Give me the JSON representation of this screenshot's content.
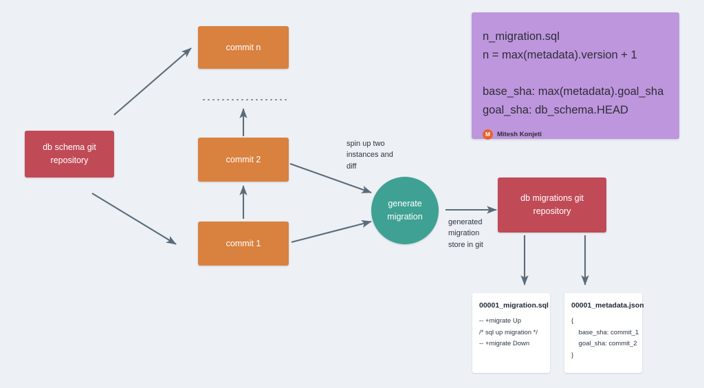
{
  "canvas": {
    "background": "#edf0f4",
    "arrow_color": "#5a6b7a"
  },
  "nodes": {
    "db_schema_repo": {
      "label": "db schema  git\nrepository",
      "color": "#c04a56"
    },
    "commit_n": {
      "label": "commit n",
      "color": "#d9813f"
    },
    "commit_2": {
      "label": "commit 2",
      "color": "#d9813f"
    },
    "commit_1": {
      "label": "commit 1",
      "color": "#d9813f"
    },
    "generate_migration": {
      "label": "generate\nmigration",
      "color": "#3ea193"
    },
    "db_migrations_repo": {
      "label": "db migrations  git\nrepository",
      "color": "#c04a56"
    }
  },
  "edge_labels": {
    "spin_up": "spin up two\ninstances and\ndiff",
    "generated_store": "generated\nmigration\nstore in git"
  },
  "sticky_note": {
    "color": "#be96dd",
    "text": "n_migration.sql\nn = max(metadata).version + 1\n\nbase_sha: max(metadata).goal_sha\ngoal_sha: db_schema.HEAD",
    "author": "Mitesh Konjeti",
    "author_initial": "M",
    "author_avatar_color": "#e8622c"
  },
  "documents": [
    {
      "title": "00001_migration.sql",
      "body": "-- +migrate Up\n/* sql up migration */\n-- +migrate Down"
    },
    {
      "title": "00001_metadata.json",
      "body": "{\n    base_sha: commit_1\n    goal_sha: commit_2\n}"
    }
  ]
}
